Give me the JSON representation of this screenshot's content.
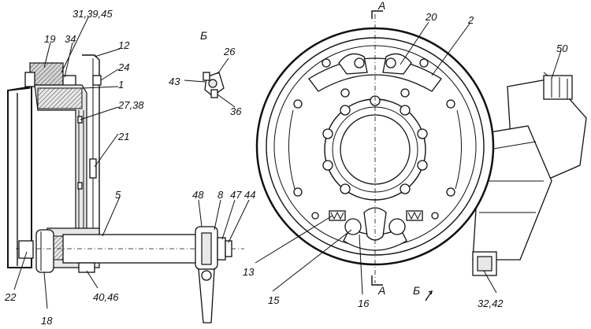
{
  "callouts": {
    "c31_39_45": "31,39,45",
    "c19": "19",
    "c34": "34",
    "c12": "12",
    "c24": "24",
    "c1": "1",
    "c27_38": "27,38",
    "c21": "21",
    "c5": "5",
    "c48": "48",
    "c8": "8",
    "c47": "47",
    "c44": "44",
    "c22": "22",
    "c18": "18",
    "c40_46": "40,46",
    "c43": "43",
    "c26": "26",
    "c36": "36",
    "c20": "20",
    "c2": "2",
    "c50": "50",
    "c13": "13",
    "c15": "15",
    "c16": "16",
    "c32_42": "32,42"
  },
  "views": {
    "section_a_top": "А",
    "section_a_bottom": "А",
    "view_b_label": "Б",
    "view_b_arrow": "Б"
  },
  "colors": {
    "line": "#111111",
    "background": "#ffffff",
    "shade": "#d4d4d4"
  }
}
